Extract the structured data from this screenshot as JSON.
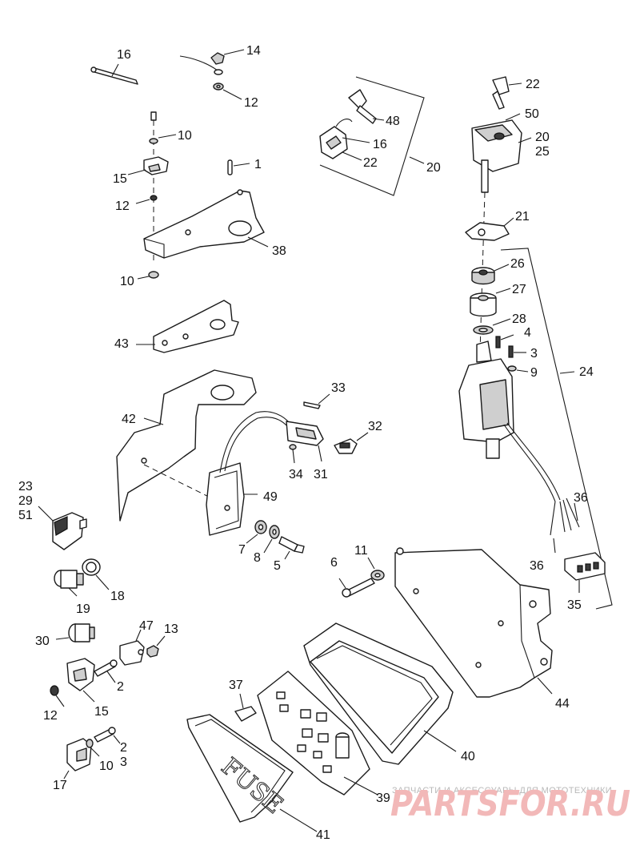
{
  "callouts": {
    "n1": "1",
    "n2a": "2",
    "n2b": "2",
    "n3a": "3",
    "n3b": "3",
    "n4": "4",
    "n5": "5",
    "n6": "6",
    "n7": "7",
    "n8": "8",
    "n9": "9",
    "n10a": "10",
    "n10b": "10",
    "n10c": "10",
    "n11": "11",
    "n12a": "12",
    "n12b": "12",
    "n12c": "12",
    "n13": "13",
    "n14": "14",
    "n15a": "15",
    "n15b": "15",
    "n16a": "16",
    "n16b": "16",
    "n17": "17",
    "n18": "18",
    "n19": "19",
    "n20a": "20",
    "n20b": "20",
    "n21": "21",
    "n22a": "22",
    "n22b": "22",
    "n23": "23",
    "n24": "24",
    "n25": "25",
    "n26": "26",
    "n27": "27",
    "n28": "28",
    "n29": "29",
    "n30": "30",
    "n31": "31",
    "n32": "32",
    "n33": "33",
    "n34": "34",
    "n35": "35",
    "n36a": "36",
    "n36b": "36",
    "n37": "37",
    "n38": "38",
    "n39": "39",
    "n40": "40",
    "n41": "41",
    "n42": "42",
    "n43": "43",
    "n44": "44",
    "n47": "47",
    "n48": "48",
    "n49": "49",
    "n50": "50",
    "n51": "51"
  },
  "fuse_cover_text": "FUSE",
  "watermark": {
    "caption": "ЗАПЧАСТИ И АКСЕССУАРЫ ДЛЯ МОТОТЕХНИКИ",
    "brand": "PARTSFOR.RU",
    "brand_color": "#e8a0a0"
  }
}
